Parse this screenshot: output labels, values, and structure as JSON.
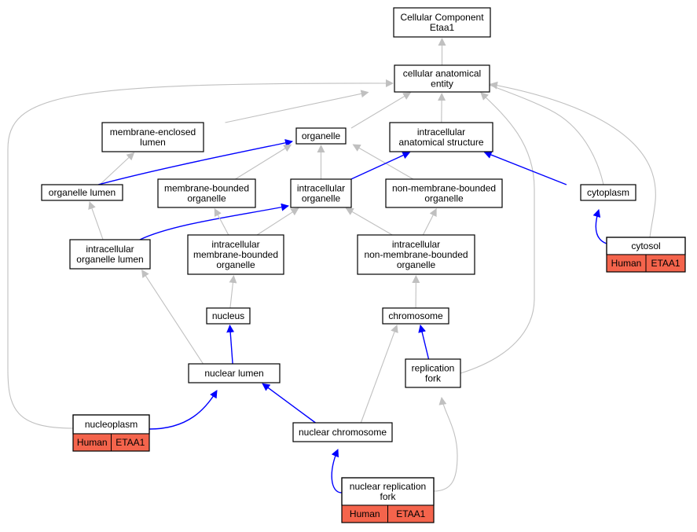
{
  "colors": {
    "edge_gray": "#c0c0c0",
    "edge_blue": "#0000ff",
    "annotation_fill": "#f4644c",
    "node_border": "#000000",
    "background": "#ffffff"
  },
  "nodes": {
    "root": {
      "lines": [
        "Cellular Component",
        "Etaa1"
      ]
    },
    "cellular_anatomical": {
      "lines": [
        "cellular anatomical",
        "entity"
      ]
    },
    "membrane_enclosed": {
      "lines": [
        "membrane-enclosed",
        "lumen"
      ]
    },
    "organelle": {
      "lines": [
        "organelle"
      ]
    },
    "intracellular_anat": {
      "lines": [
        "intracellular",
        "anatomical structure"
      ]
    },
    "organelle_lumen": {
      "lines": [
        "organelle lumen"
      ]
    },
    "membrane_bounded": {
      "lines": [
        "membrane-bounded",
        "organelle"
      ]
    },
    "intracellular_org": {
      "lines": [
        "intracellular",
        "organelle"
      ]
    },
    "non_membrane": {
      "lines": [
        "non-membrane-bounded",
        "organelle"
      ]
    },
    "cytoplasm": {
      "lines": [
        "cytoplasm"
      ]
    },
    "intra_org_lumen": {
      "lines": [
        "intracellular",
        "organelle lumen"
      ]
    },
    "intra_mem_bounded": {
      "lines": [
        "intracellular",
        "membrane-bounded",
        "organelle"
      ]
    },
    "intra_non_mem": {
      "lines": [
        "intracellular",
        "non-membrane-bounded",
        "organelle"
      ]
    },
    "cytosol": {
      "lines": [
        "cytosol"
      ],
      "annotation": [
        "Human",
        "ETAA1"
      ]
    },
    "nucleus": {
      "lines": [
        "nucleus"
      ]
    },
    "chromosome": {
      "lines": [
        "chromosome"
      ]
    },
    "replication_fork": {
      "lines": [
        "replication",
        "fork"
      ]
    },
    "nuclear_lumen": {
      "lines": [
        "nuclear lumen"
      ]
    },
    "nucleoplasm": {
      "lines": [
        "nucleoplasm"
      ],
      "annotation": [
        "Human",
        "ETAA1"
      ]
    },
    "nuclear_chromosome": {
      "lines": [
        "nuclear chromosome"
      ]
    },
    "nuclear_rep_fork": {
      "lines": [
        "nuclear replication",
        "fork"
      ],
      "annotation": [
        "Human",
        "ETAA1"
      ]
    }
  },
  "edges": [
    {
      "from": "cellular_anatomical",
      "to": "root",
      "color": "gray"
    },
    {
      "from": "membrane_enclosed",
      "to": "cellular_anatomical",
      "color": "gray"
    },
    {
      "from": "organelle",
      "to": "cellular_anatomical",
      "color": "gray"
    },
    {
      "from": "intracellular_anat",
      "to": "cellular_anatomical",
      "color": "gray"
    },
    {
      "from": "cytoplasm",
      "to": "cellular_anatomical",
      "color": "gray"
    },
    {
      "from": "cytosol",
      "to": "cellular_anatomical",
      "color": "gray"
    },
    {
      "from": "nucleoplasm",
      "to": "cellular_anatomical",
      "color": "gray"
    },
    {
      "from": "replication_fork",
      "to": "cellular_anatomical",
      "color": "gray"
    },
    {
      "from": "organelle_lumen",
      "to": "membrane_enclosed",
      "color": "gray"
    },
    {
      "from": "organelle_lumen",
      "to": "organelle",
      "color": "blue"
    },
    {
      "from": "membrane_bounded",
      "to": "organelle",
      "color": "gray"
    },
    {
      "from": "intracellular_org",
      "to": "organelle",
      "color": "gray"
    },
    {
      "from": "non_membrane",
      "to": "organelle",
      "color": "gray"
    },
    {
      "from": "intracellular_org",
      "to": "intracellular_anat",
      "color": "blue"
    },
    {
      "from": "cytoplasm",
      "to": "intracellular_anat",
      "color": "blue"
    },
    {
      "from": "cytosol",
      "to": "cytoplasm",
      "color": "blue"
    },
    {
      "from": "intra_org_lumen",
      "to": "organelle_lumen",
      "color": "gray"
    },
    {
      "from": "intra_org_lumen",
      "to": "intracellular_org",
      "color": "blue"
    },
    {
      "from": "intra_mem_bounded",
      "to": "membrane_bounded",
      "color": "gray"
    },
    {
      "from": "intra_mem_bounded",
      "to": "intracellular_org",
      "color": "gray"
    },
    {
      "from": "intra_non_mem",
      "to": "intracellular_org",
      "color": "gray"
    },
    {
      "from": "intra_non_mem",
      "to": "non_membrane",
      "color": "gray"
    },
    {
      "from": "nucleus",
      "to": "intra_mem_bounded",
      "color": "gray"
    },
    {
      "from": "chromosome",
      "to": "intra_non_mem",
      "color": "gray"
    },
    {
      "from": "nuclear_lumen",
      "to": "intra_org_lumen",
      "color": "gray"
    },
    {
      "from": "nuclear_lumen",
      "to": "nucleus",
      "color": "blue"
    },
    {
      "from": "replication_fork",
      "to": "chromosome",
      "color": "blue"
    },
    {
      "from": "nuclear_chromosome",
      "to": "chromosome",
      "color": "gray"
    },
    {
      "from": "nucleoplasm",
      "to": "nuclear_lumen",
      "color": "blue"
    },
    {
      "from": "nuclear_chromosome",
      "to": "nuclear_lumen",
      "color": "blue"
    },
    {
      "from": "nuclear_rep_fork",
      "to": "nuclear_chromosome",
      "color": "blue"
    },
    {
      "from": "nuclear_rep_fork",
      "to": "replication_fork",
      "color": "gray"
    }
  ]
}
